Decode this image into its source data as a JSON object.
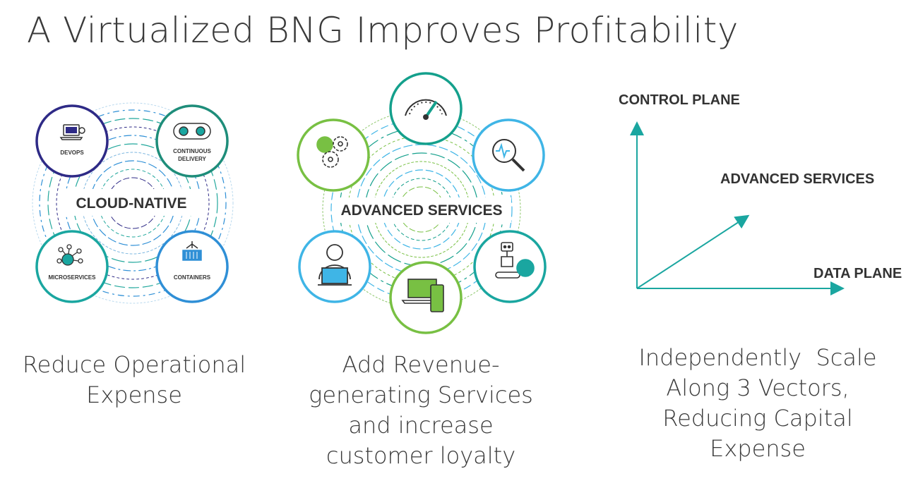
{
  "title": "A Virtualized BNG Improves Profitability",
  "panels": [
    {
      "center_label": "CLOUD-NATIVE",
      "nodes": [
        {
          "label_lines": [
            "DEVOPS"
          ],
          "icon": "laptop-code-icon",
          "color": "#2e2a86"
        },
        {
          "label_lines": [
            "CONTINUOUS",
            "DELIVERY"
          ],
          "icon": "gears-icon",
          "color": "#1e8d7a"
        },
        {
          "label_lines": [
            "MICROSERVICES"
          ],
          "icon": "network-nodes-icon",
          "color": "#1aa6a0"
        },
        {
          "label_lines": [
            "CONTAINERS"
          ],
          "icon": "container-crane-icon",
          "color": "#2f8fd6"
        }
      ],
      "caption_lines": [
        "Reduce Operational",
        "Expense"
      ]
    },
    {
      "center_label": "ADVANCED SERVICES",
      "nodes": [
        {
          "icon": "speedometer-icon",
          "color": "#14a08c"
        },
        {
          "icon": "magnifier-signal-icon",
          "color": "#3fb5e6"
        },
        {
          "icon": "robot-icon",
          "color": "#1aa6a0"
        },
        {
          "icon": "devices-icon",
          "color": "#78c043"
        },
        {
          "icon": "user-laptop-icon",
          "color": "#3fb5e6"
        },
        {
          "icon": "gears-icon",
          "color": "#78c043"
        }
      ],
      "caption_lines": [
        "Add Revenue-",
        "generating Services",
        "and increase",
        "customer loyalty"
      ]
    },
    {
      "axes": {
        "vertical": "CONTROL PLANE",
        "diagonal": "ADVANCED SERVICES",
        "horizontal": "DATA PLANE"
      },
      "axis_color": "#1aa6a0",
      "caption_lines": [
        "Independently  Scale",
        "Along 3 Vectors,",
        "Reducing Capital",
        "Expense"
      ]
    }
  ]
}
